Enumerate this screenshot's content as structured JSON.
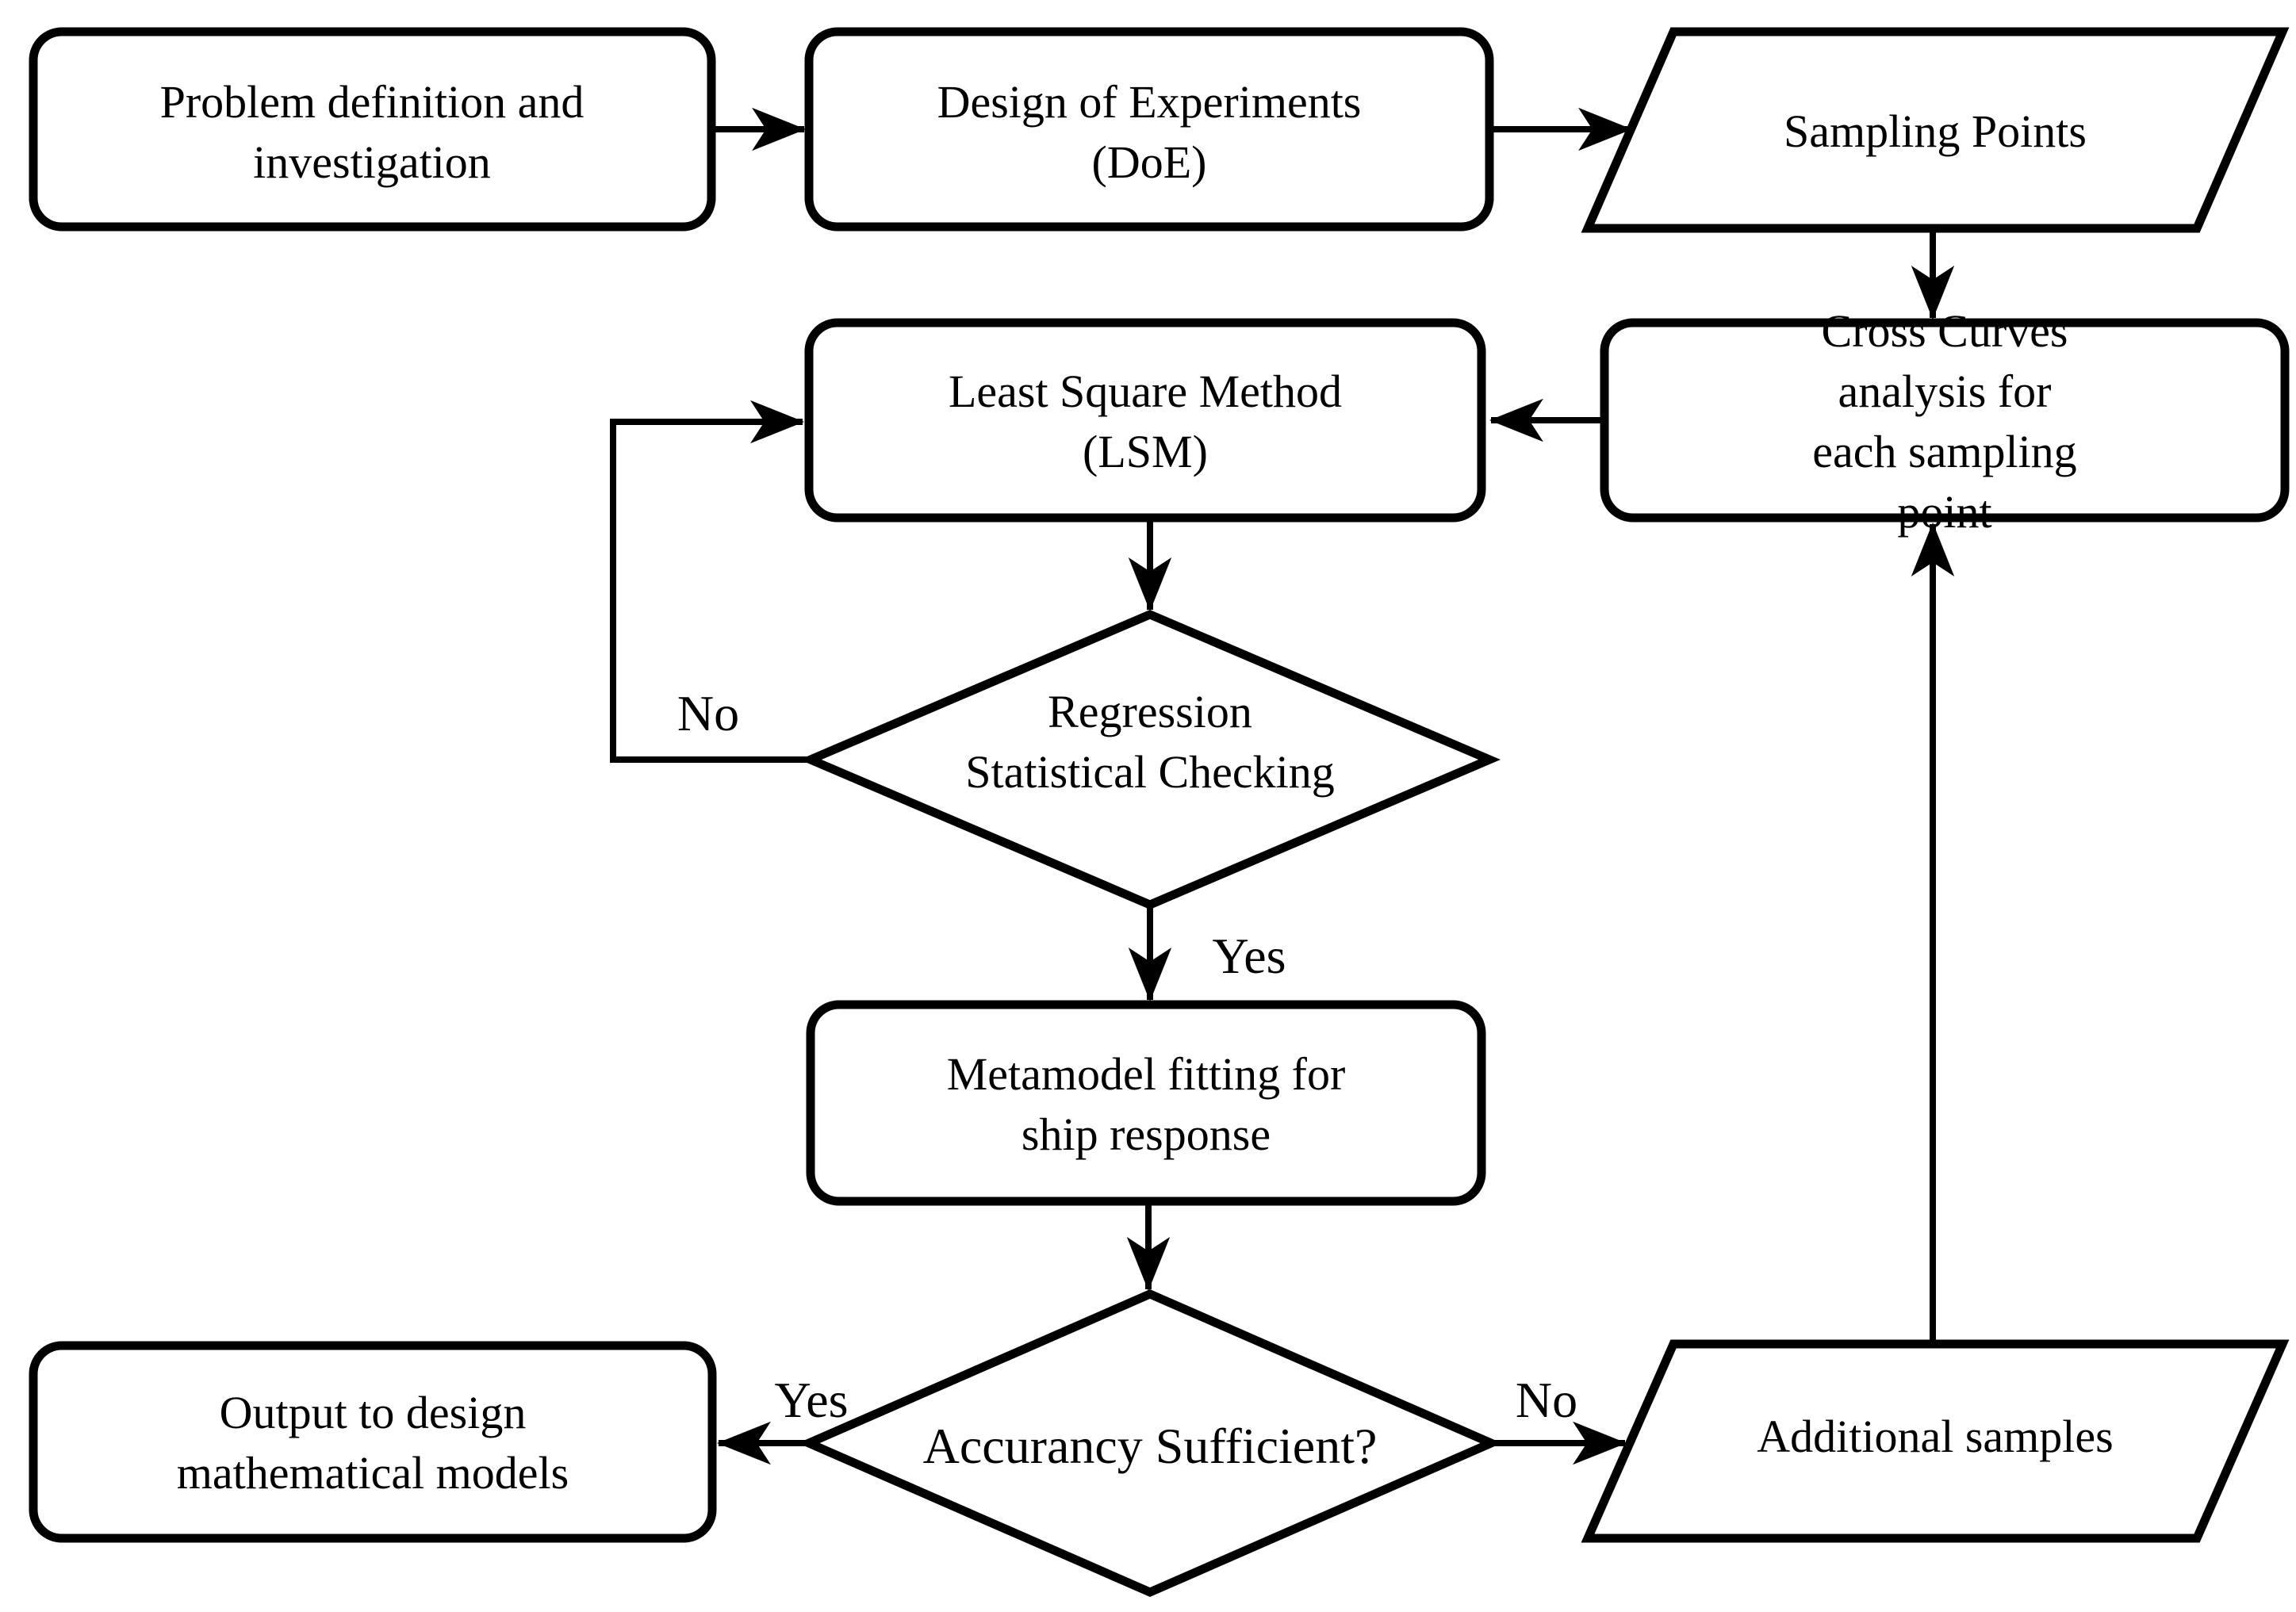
{
  "nodes": {
    "problem": {
      "label": "Problem definition and\ninvestigation",
      "type": "process"
    },
    "doe": {
      "label": "Design of Experiments\n(DoE)",
      "type": "process"
    },
    "sampling": {
      "label": "Sampling Points",
      "type": "data"
    },
    "cross": {
      "label": "Cross Curves analysis for\neach sampling point",
      "type": "process"
    },
    "lsm": {
      "label": "Least Square Method\n(LSM)",
      "type": "process"
    },
    "regression": {
      "label": "Regression\nStatistical Checking",
      "type": "decision"
    },
    "metamodel": {
      "label": "Metamodel fitting for\nship response",
      "type": "process"
    },
    "accuracy": {
      "label": "Accurancy Sufficient?",
      "type": "decision"
    },
    "output": {
      "label": "Output to design\nmathematical models",
      "type": "process"
    },
    "additional": {
      "label": "Additional samples",
      "type": "data"
    }
  },
  "edge_labels": {
    "regression_no": "No",
    "regression_yes": "Yes",
    "accuracy_yes": "Yes",
    "accuracy_no": "No"
  },
  "colors": {
    "stroke": "#000000",
    "fill": "#ffffff",
    "background": "#ffffff"
  }
}
